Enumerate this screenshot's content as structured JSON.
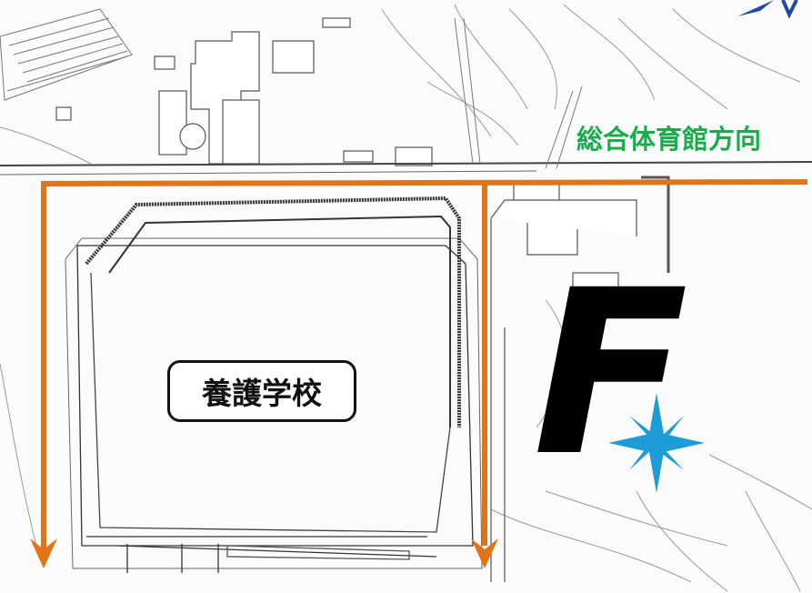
{
  "map": {
    "direction_label": "総合体育館方向",
    "school_label": "養護学校",
    "zone_letter": "F"
  },
  "icons": {
    "route": "orange-route-arrows",
    "marker": "blue-compass-star",
    "corner": "north-arrow"
  },
  "colors": {
    "route": "#e07418",
    "direction_label": "#1aab4a",
    "star": "#1e9cd8",
    "zone_letter": "#000000",
    "label_border": "#111111"
  }
}
